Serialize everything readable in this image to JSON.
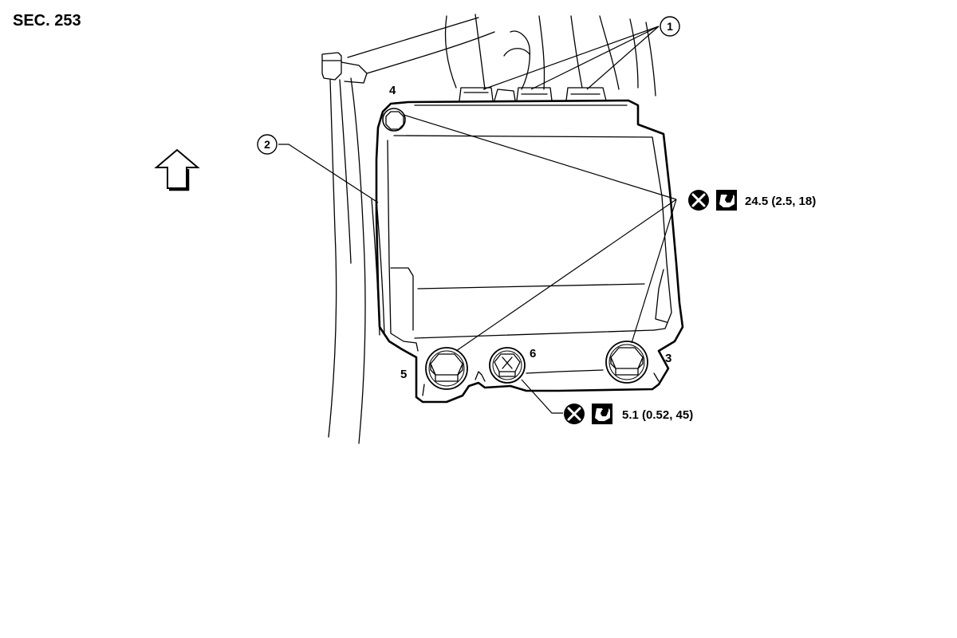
{
  "section_label": "SEC. 253",
  "callouts": {
    "connector_callout": "1",
    "harness_callout": "2"
  },
  "bolt_numbers": {
    "upper_left": "4",
    "lower_right": "3",
    "lower_left": "5",
    "lower_middle": "6"
  },
  "torque_specs": {
    "main_bolts": "24.5 (2.5, 18)",
    "small_bolt": "5.1 (0.52, 45)"
  },
  "icons": {
    "arrow": "front-arrow-icon",
    "replace": "do-not-reuse-icon",
    "torque": "torque-wrench-icon"
  }
}
